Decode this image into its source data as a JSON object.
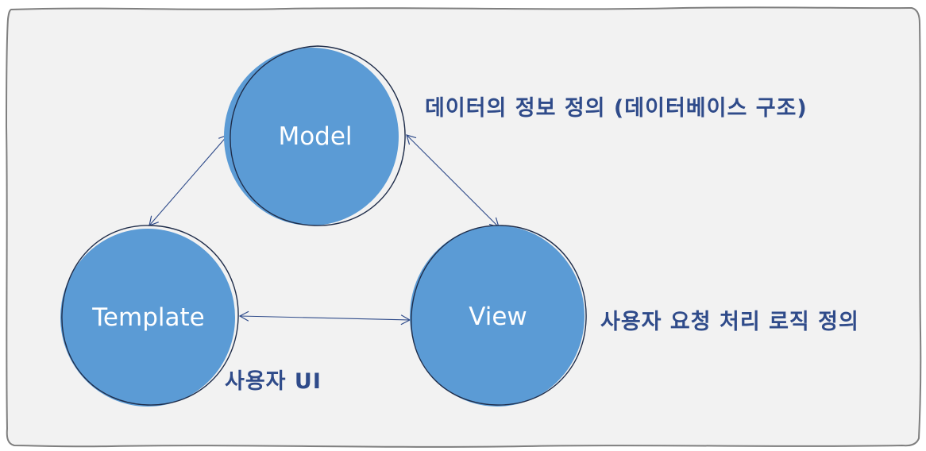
{
  "nodes": {
    "model": {
      "label": "Model"
    },
    "template": {
      "label": "Template"
    },
    "view": {
      "label": "View"
    }
  },
  "notes": {
    "model": "데이터의 정보 정의 (데이터베이스 구조)",
    "view": "사용자 요청 처리 로직 정의",
    "template": "사용자 UI"
  },
  "edges": [
    {
      "from": "model",
      "to": "template",
      "direction": "both"
    },
    {
      "from": "model",
      "to": "view",
      "direction": "both"
    },
    {
      "from": "template",
      "to": "view",
      "direction": "both"
    }
  ],
  "colors": {
    "node_fill": "#5b9bd5",
    "node_stroke": "#1f2d4a",
    "edge": "#2f4b8a",
    "text": "#2f4b8a",
    "background": "#f2f2f2",
    "frame": "#7f7f7f"
  }
}
